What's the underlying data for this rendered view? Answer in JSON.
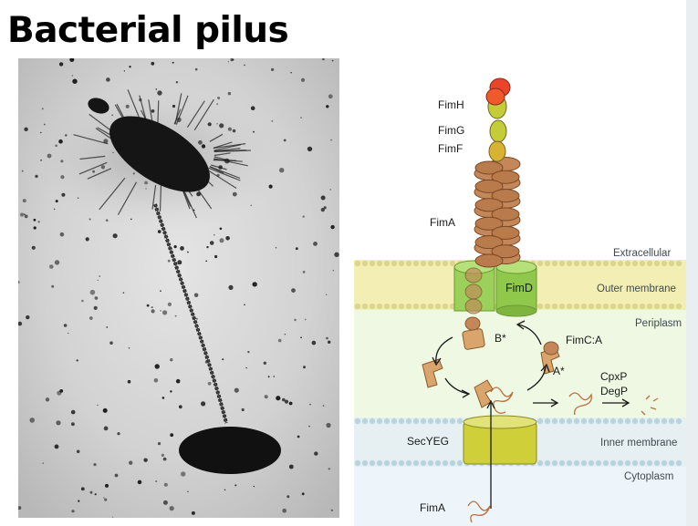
{
  "slide": {
    "title": "Bacterial pilus"
  },
  "diagram": {
    "proteins": {
      "fimh": "FimH",
      "fimg": "FimG",
      "fimf": "FimF",
      "fima_pilus": "FimA",
      "fimd": "FimD",
      "fimca": "FimC:A",
      "bstar": "B*",
      "astar": "A*",
      "cpxp": "CpxP",
      "degp": "DegP",
      "secyeg": "SecYEG",
      "fima_cyto": "FimA"
    },
    "regions": {
      "extracellular": "Extracellular",
      "outer_membrane": "Outer membrane",
      "periplasm": "Periplasm",
      "inner_membrane": "Inner membrane",
      "cytoplasm": "Cytoplasm"
    },
    "colors": {
      "fimh": "#e8452a",
      "fimg": "#c5cc3a",
      "fimf": "#d7b233",
      "fima": "#c4875a",
      "fimd": "#8fc84a",
      "secyeg": "#cfcf3a",
      "membrane": "#f3efb4",
      "periplasm": "#eef8e2",
      "cytoplasm": "#eef5fa"
    }
  }
}
